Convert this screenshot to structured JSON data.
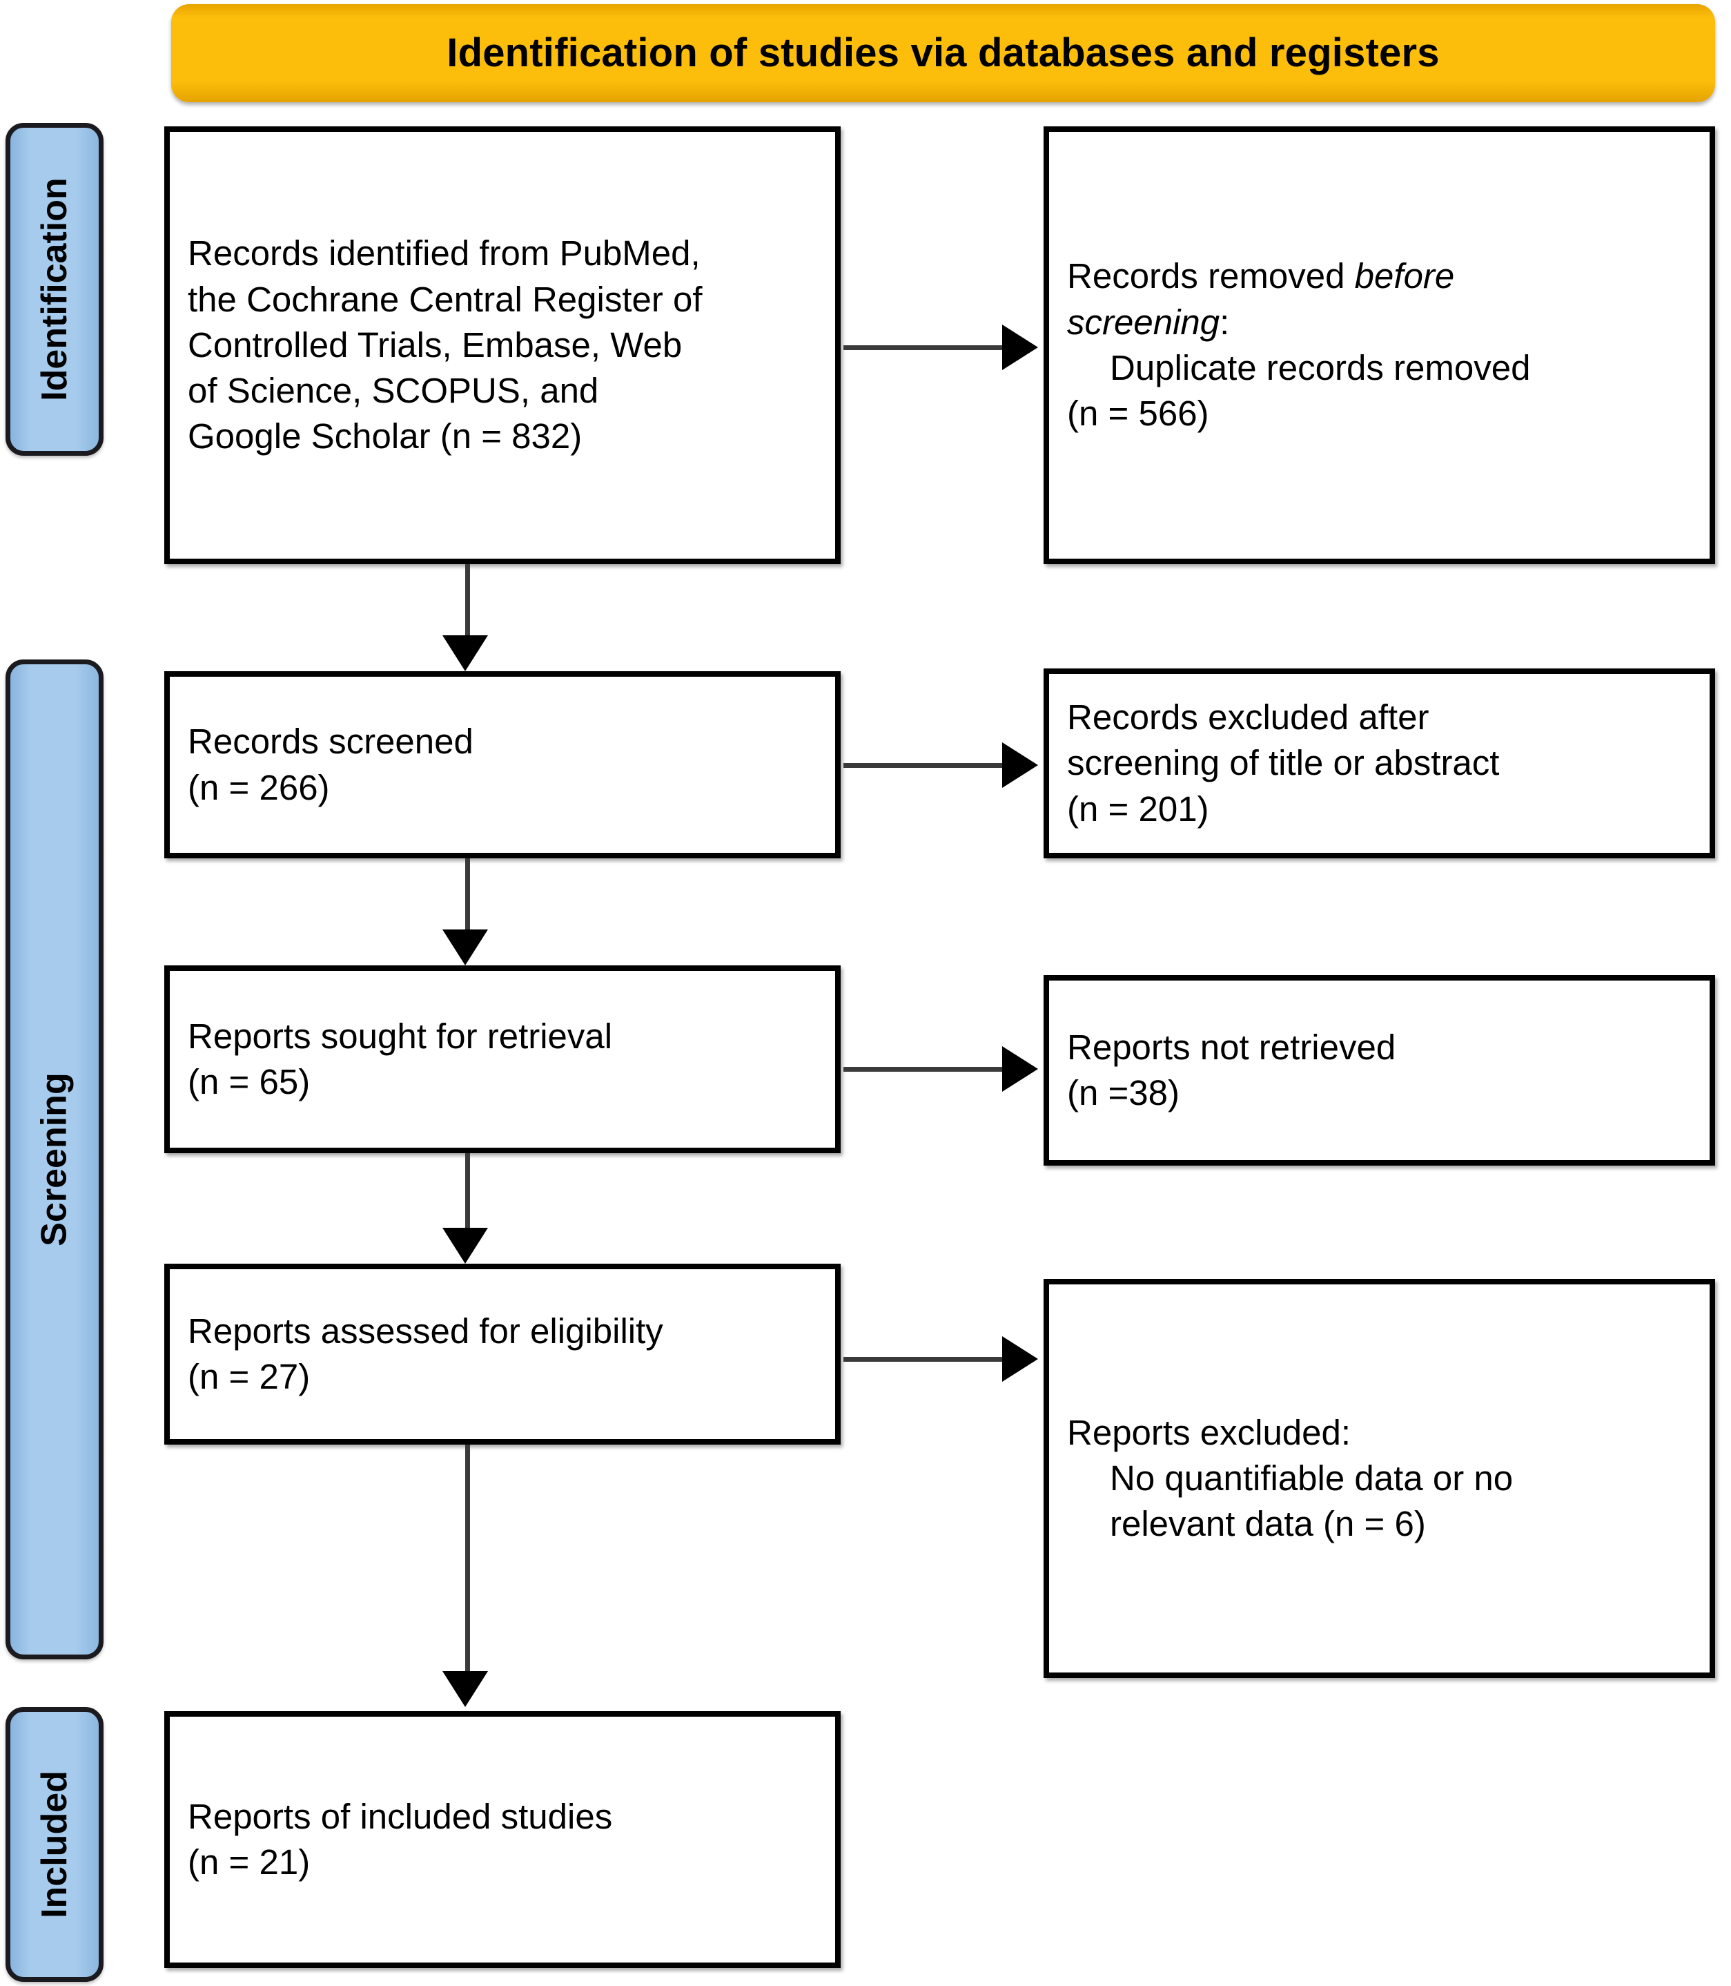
{
  "banner": {
    "title": "Identification of studies via databases and registers"
  },
  "stages": [
    {
      "id": "identification",
      "label": "Identification"
    },
    {
      "id": "screening",
      "label": "Screening"
    },
    {
      "id": "included",
      "label": "Included"
    }
  ],
  "boxes": {
    "identified": {
      "line1": "Records identified from PubMed,",
      "line2": "the Cochrane Central Register of",
      "line3": "Controlled Trials, Embase, Web",
      "line4": "of Science, SCOPUS, and",
      "line5": "Google Scholar (n = 832)"
    },
    "removed": {
      "line1_plain": "Records removed ",
      "line1_italic": "before",
      "line2_italic": "screening",
      "line2_plain": ":",
      "line3": "Duplicate records removed",
      "line4": "(n = 566)"
    },
    "screened": {
      "line1": "Records screened",
      "line2": "(n = 266)"
    },
    "excluded_screening": {
      "line1": "Records excluded after",
      "line2": "screening of title or abstract",
      "line3": "(n = 201)"
    },
    "sought": {
      "line1": "Reports sought for retrieval",
      "line2": "(n = 65)"
    },
    "not_retrieved": {
      "line1": "Reports not retrieved",
      "line2": "(n =38)"
    },
    "assessed": {
      "line1": "Reports assessed for eligibility",
      "line2": "(n = 27)"
    },
    "excluded_reports": {
      "line1": "Reports excluded:",
      "line2": "No quantifiable data or no",
      "line3": "relevant data (n = 6)"
    },
    "included": {
      "line1": "Reports of included studies",
      "line2": "(n = 21)"
    }
  },
  "colors": {
    "banner_fill": "#fcbe0b",
    "stage_fill": "#a6cbec",
    "box_border": "#000000",
    "connector": "#3a3a3a",
    "text": "#000000"
  },
  "chart_data": {
    "type": "diagram",
    "title": "PRISMA 2020 flow diagram",
    "nodes": [
      {
        "id": "identified",
        "stage": "Identification",
        "column": "left",
        "n": 832,
        "label": "Records identified from PubMed, the Cochrane Central Register of Controlled Trials, Embase, Web of Science, SCOPUS, and Google Scholar"
      },
      {
        "id": "removed",
        "stage": "Identification",
        "column": "right",
        "n": 566,
        "label": "Records removed before screening: Duplicate records removed"
      },
      {
        "id": "screened",
        "stage": "Screening",
        "column": "left",
        "n": 266,
        "label": "Records screened"
      },
      {
        "id": "excluded_screening",
        "stage": "Screening",
        "column": "right",
        "n": 201,
        "label": "Records excluded after screening of title or abstract"
      },
      {
        "id": "sought",
        "stage": "Screening",
        "column": "left",
        "n": 65,
        "label": "Reports sought for retrieval"
      },
      {
        "id": "not_retrieved",
        "stage": "Screening",
        "column": "right",
        "n": 38,
        "label": "Reports not retrieved"
      },
      {
        "id": "assessed",
        "stage": "Screening",
        "column": "left",
        "n": 27,
        "label": "Reports assessed for eligibility"
      },
      {
        "id": "excluded_reports",
        "stage": "Screening",
        "column": "right",
        "n": 6,
        "label": "Reports excluded: No quantifiable data or no relevant data"
      },
      {
        "id": "included",
        "stage": "Included",
        "column": "left",
        "n": 21,
        "label": "Reports of included studies"
      }
    ],
    "edges": [
      {
        "from": "identified",
        "to": "removed",
        "direction": "right"
      },
      {
        "from": "identified",
        "to": "screened",
        "direction": "down"
      },
      {
        "from": "screened",
        "to": "excluded_screening",
        "direction": "right"
      },
      {
        "from": "screened",
        "to": "sought",
        "direction": "down"
      },
      {
        "from": "sought",
        "to": "not_retrieved",
        "direction": "right"
      },
      {
        "from": "sought",
        "to": "assessed",
        "direction": "down"
      },
      {
        "from": "assessed",
        "to": "excluded_reports",
        "direction": "right"
      },
      {
        "from": "assessed",
        "to": "included",
        "direction": "down"
      }
    ]
  }
}
